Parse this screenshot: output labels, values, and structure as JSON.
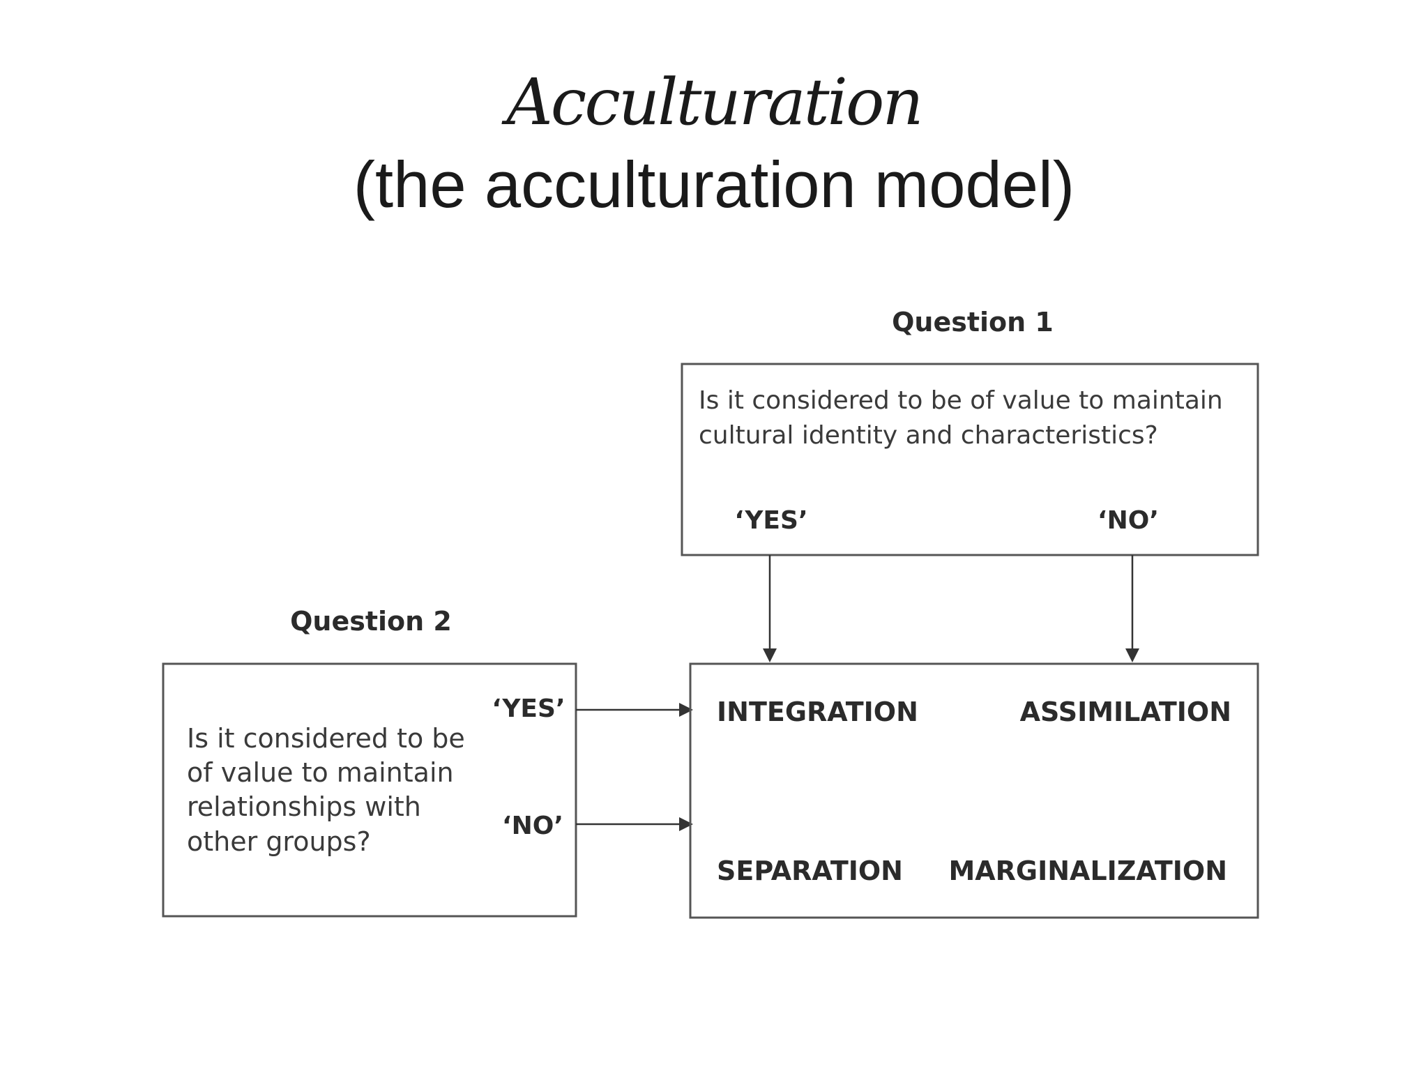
{
  "title": "Acculturation",
  "subtitle": "(the acculturation model)",
  "question1": {
    "heading": "Question 1",
    "lines": [
      "Is it considered to be of value to maintain",
      "cultural identity and characteristics?"
    ],
    "yes": "‘YES’",
    "no": "‘NO’"
  },
  "question2": {
    "heading": "Question 2",
    "lines": [
      "Is it considered to be",
      "of value to maintain",
      "relationships with",
      "other groups?"
    ],
    "yes": "‘YES’",
    "no": "‘NO’"
  },
  "outcomes": {
    "integration": "INTEGRATION",
    "assimilation": "ASSIMILATION",
    "separation": "SEPARATION",
    "marginalization": "MARGINALIZATION"
  }
}
